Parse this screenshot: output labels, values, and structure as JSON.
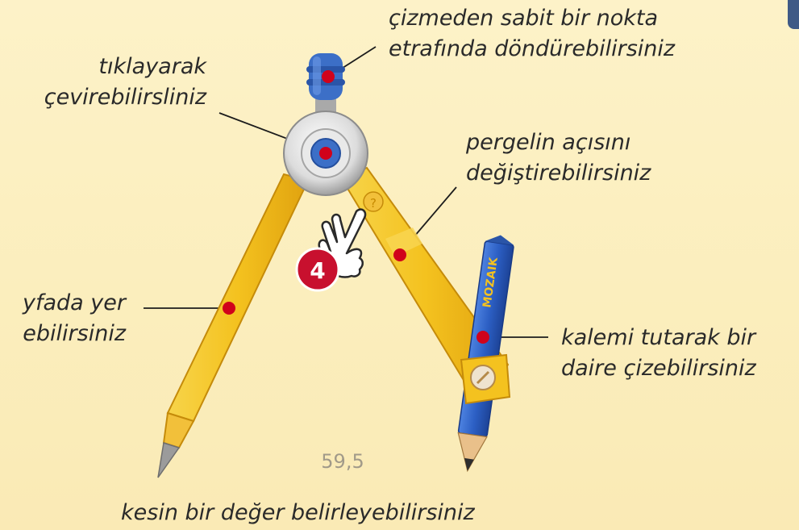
{
  "annotations": {
    "rotate_around_point": [
      "çizmeden sabit bir nokta",
      "etrafında döndürebilirsiniz"
    ],
    "click_to_turn": [
      "tıklayarak",
      "çevirebilirsliniz"
    ],
    "change_angle": [
      "pergelin açısını",
      "değiştirebilirsiniz"
    ],
    "place_on_page": [
      "yfada yer",
      "ebilirsiniz"
    ],
    "draw_circle": [
      "kalemi tutarak bir",
      "daire çizebilirsiniz"
    ],
    "exact_value": "kesin bir değer belirleyebilirsiniz"
  },
  "step_badge": "4",
  "help_glyph": "?",
  "compass_value": "59,5",
  "pencil_brand": "MOZAIK",
  "colors": {
    "compass_yellow": "#f4c21f",
    "knob_blue": "#3c6fc7",
    "pencil_blue": "#2c5fc4",
    "hotspot_red": "#d0021b",
    "badge_red": "#c8102e"
  }
}
